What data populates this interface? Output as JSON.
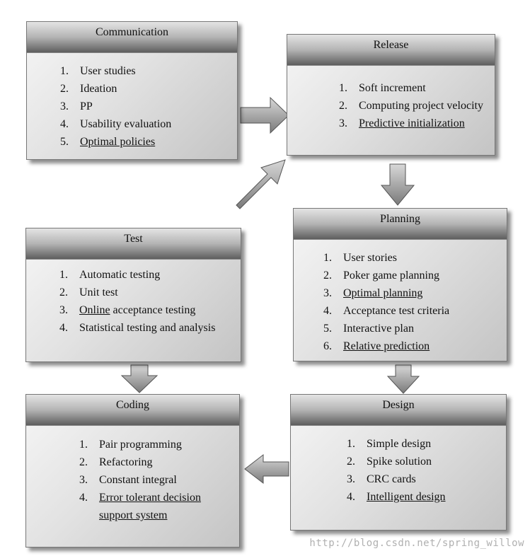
{
  "boxes": {
    "communication": {
      "title": "Communication",
      "items": [
        {
          "num": "1.",
          "text": "User studies"
        },
        {
          "num": "2.",
          "text": "Ideation"
        },
        {
          "num": "3.",
          "text": "PP"
        },
        {
          "num": "4.",
          "text": "Usability evaluation"
        },
        {
          "num": "5.",
          "text": "Optimal policies",
          "underline": true
        }
      ]
    },
    "release": {
      "title": "Release",
      "items": [
        {
          "num": "1.",
          "text": "Soft increment"
        },
        {
          "num": "2.",
          "text": "Computing project velocity"
        },
        {
          "num": "3.",
          "text": "Predictive initialization",
          "underline": true
        }
      ]
    },
    "planning": {
      "title": "Planning",
      "items": [
        {
          "num": "1.",
          "text": "User stories"
        },
        {
          "num": "2.",
          "text": "Poker game planning"
        },
        {
          "num": "3.",
          "text": "Optimal planning",
          "underline": true
        },
        {
          "num": "4.",
          "text": "Acceptance test criteria"
        },
        {
          "num": "5.",
          "text": "Interactive plan"
        },
        {
          "num": "6.",
          "text": "Relative prediction",
          "underline": true
        }
      ]
    },
    "test": {
      "title": "Test",
      "items": [
        {
          "num": "1.",
          "text": "Automatic testing"
        },
        {
          "num": "2.",
          "text": "Unit test"
        },
        {
          "num": "3.",
          "text": "Online acceptance testing",
          "underline_part": "Online"
        },
        {
          "num": "4.",
          "text": "Statistical testing and analysis"
        }
      ]
    },
    "coding": {
      "title": "Coding",
      "items": [
        {
          "num": "1.",
          "text": "Pair programming"
        },
        {
          "num": "2.",
          "text": "Refactoring"
        },
        {
          "num": "3.",
          "text": "Constant integral"
        },
        {
          "num": "4.",
          "text": "Error tolerant decision support system",
          "underline": true
        }
      ]
    },
    "design": {
      "title": "Design",
      "items": [
        {
          "num": "1.",
          "text": "Simple design"
        },
        {
          "num": "2.",
          "text": "Spike solution"
        },
        {
          "num": "3.",
          "text": "CRC cards"
        },
        {
          "num": "4.",
          "text": "Intelligent design",
          "underline": true
        }
      ]
    }
  },
  "watermark": "http://blog.csdn.net/spring_willow"
}
